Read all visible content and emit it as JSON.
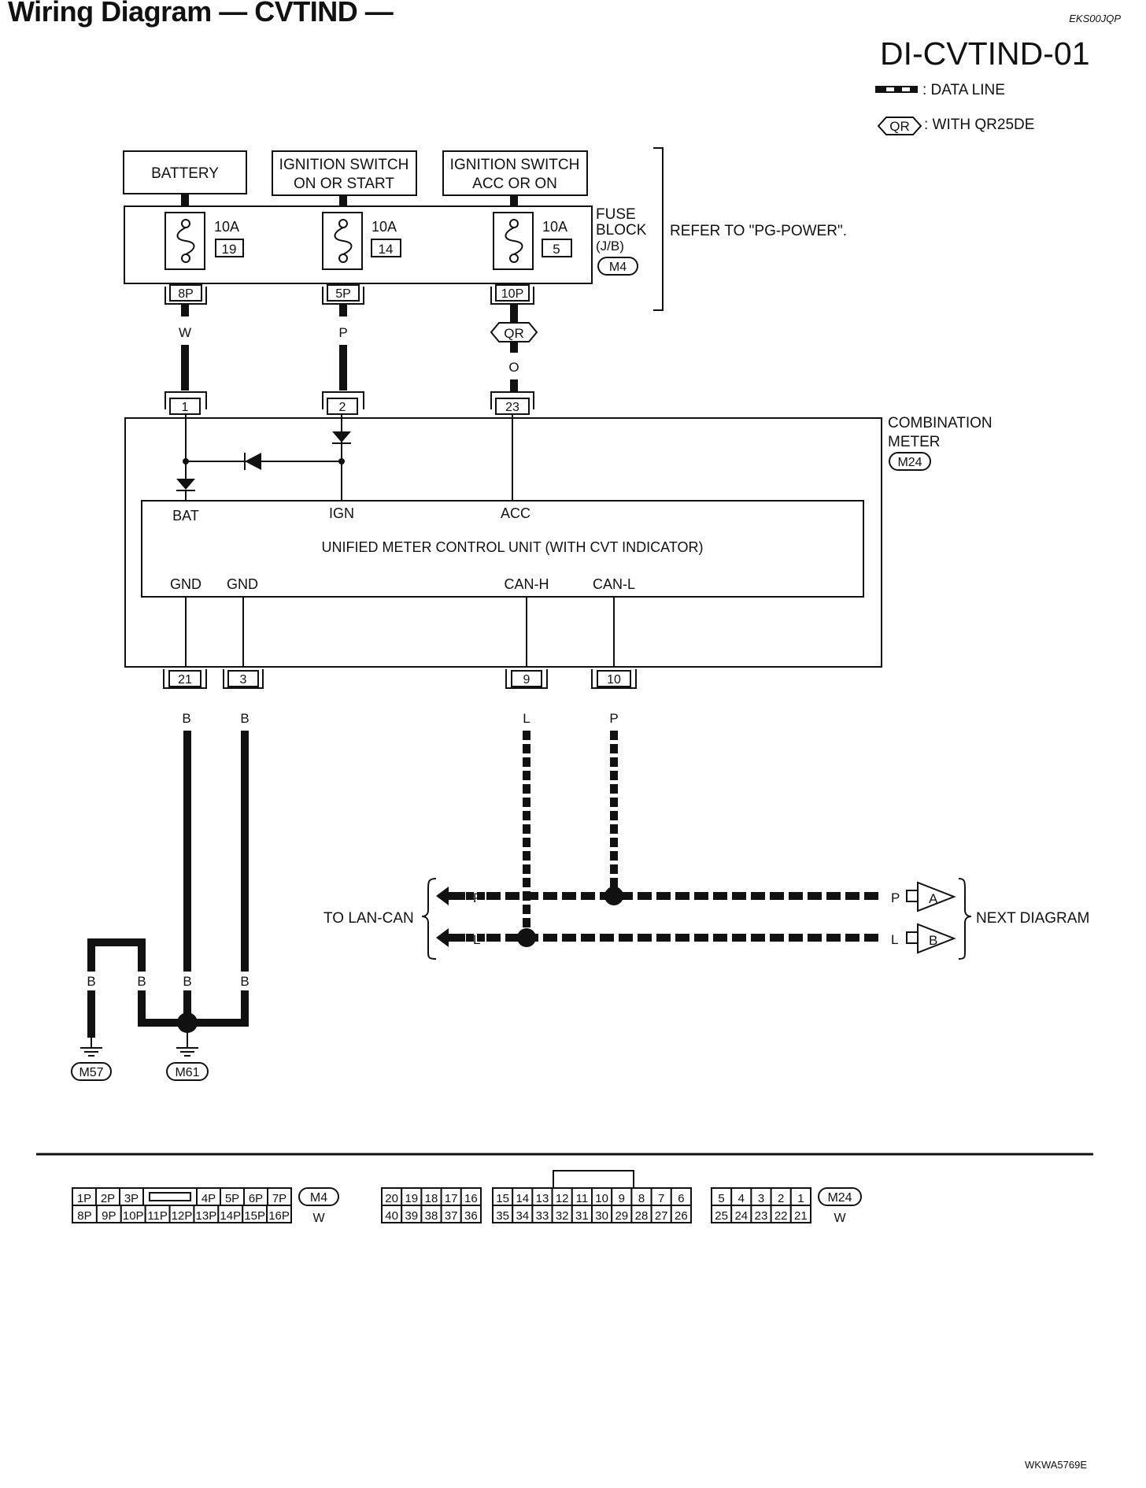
{
  "header": {
    "title": "Wiring Diagram — CVTIND —",
    "code": "EKS00JQP",
    "diagram_id": "DI-CVTIND-01"
  },
  "legend": {
    "data_line": ": DATA LINE",
    "qr_tag": "QR",
    "qr_text": ": WITH QR25DE"
  },
  "power_sources": {
    "battery": "BATTERY",
    "ign_on_start": [
      "IGNITION SWITCH",
      "ON OR START"
    ],
    "ign_acc_on": [
      "IGNITION SWITCH",
      "ACC OR ON"
    ]
  },
  "fuse_block": {
    "label": [
      "FUSE",
      "BLOCK",
      "(J/B)"
    ],
    "connector": "M4",
    "refer": "REFER TO \"PG-POWER\".",
    "fuses": [
      {
        "amp": "10A",
        "number": "19",
        "pin": "8P",
        "wire": "W"
      },
      {
        "amp": "10A",
        "number": "14",
        "pin": "5P",
        "wire": "P"
      },
      {
        "amp": "10A",
        "number": "5",
        "pin": "10P",
        "wire": "O"
      }
    ]
  },
  "meter": {
    "label": [
      "COMBINATION",
      "METER"
    ],
    "connector": "M24",
    "unit_label": "UNIFIED METER CONTROL UNIT (WITH CVT INDICATOR)",
    "input_pins": [
      "1",
      "2",
      "23"
    ],
    "terminals_top": [
      "BAT",
      "IGN",
      "ACC"
    ],
    "terminals_bottom": [
      "GND",
      "GND",
      "CAN-H",
      "CAN-L"
    ],
    "output_pins": [
      "21",
      "3",
      "9",
      "10"
    ],
    "output_wires": [
      "B",
      "B",
      "L",
      "P"
    ]
  },
  "lan": {
    "to_label": "TO LAN-CAN",
    "next_label": "NEXT DIAGRAM",
    "p_wire": "P",
    "l_wire": "L",
    "conn_a": "A",
    "conn_b": "B"
  },
  "ground": {
    "wires": [
      "B",
      "B",
      "B",
      "B"
    ],
    "m57": "M57",
    "m61": "M61"
  },
  "connectors": {
    "m4": {
      "id": "M4",
      "color": "W",
      "row1": [
        "1P",
        "2P",
        "3P",
        "4P",
        "5P",
        "6P",
        "7P"
      ],
      "row2": [
        "8P",
        "9P",
        "10P",
        "11P",
        "12P",
        "13P",
        "14P",
        "15P",
        "16P"
      ]
    },
    "m24": {
      "id": "M24",
      "color": "W",
      "row1": [
        "20",
        "19",
        "18",
        "17",
        "16",
        "15",
        "14",
        "13",
        "12",
        "11",
        "10",
        "9",
        "8",
        "7",
        "6",
        "5",
        "4",
        "3",
        "2",
        "1"
      ],
      "row2": [
        "40",
        "39",
        "38",
        "37",
        "36",
        "35",
        "34",
        "33",
        "32",
        "31",
        "30",
        "29",
        "28",
        "27",
        "26",
        "25",
        "24",
        "23",
        "22",
        "21"
      ]
    }
  },
  "footer": {
    "code": "WKWA5769E"
  }
}
